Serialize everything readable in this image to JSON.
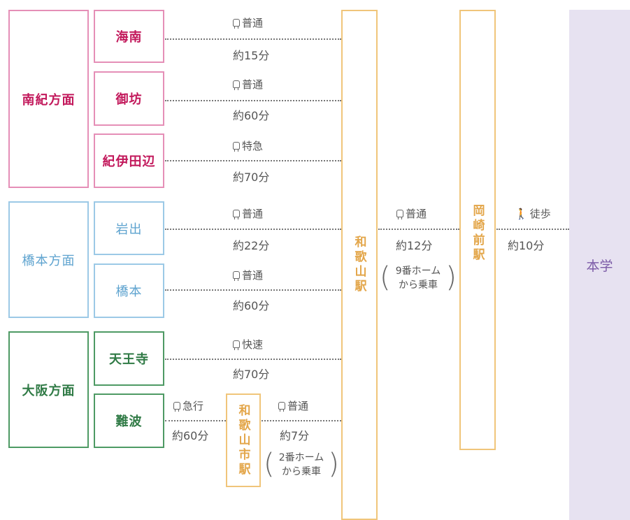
{
  "regions": {
    "nanki": "南紀方面",
    "hashimoto": "橋本方面",
    "osaka": "大阪方面"
  },
  "stations": {
    "kainan": "海南",
    "gobo": "御坊",
    "kiitanabe": "紀伊田辺",
    "iwade": "岩出",
    "hashimoto": "橋本",
    "tennoji": "天王寺",
    "namba": "難波"
  },
  "routes": {
    "kainan": {
      "mode": "普通",
      "time": "約15分"
    },
    "gobo": {
      "mode": "普通",
      "time": "約60分"
    },
    "kiitanabe": {
      "mode": "特急",
      "time": "約70分"
    },
    "iwade": {
      "mode": "普通",
      "time": "約22分"
    },
    "hashimoto": {
      "mode": "普通",
      "time": "約60分"
    },
    "tennoji": {
      "mode": "快速",
      "time": "約70分"
    },
    "namba": {
      "mode": "急行",
      "time": "約60分"
    },
    "shi_to_wakayama": {
      "mode": "普通",
      "time": "約7分",
      "note1": "2番ホーム",
      "note2": "から乗車"
    },
    "wakayama_to_okazaki": {
      "mode": "普通",
      "time": "約12分",
      "note1": "9番ホーム",
      "note2": "から乗車"
    },
    "walk": {
      "mode": "徒歩",
      "time": "約10分"
    }
  },
  "hubs": {
    "wakayama": "和歌山駅",
    "wakayamashi": "和歌山市駅",
    "okazaki": "岡崎前駅"
  },
  "destination": "本学",
  "colors": {
    "pink": "#c2185b",
    "blue": "#5ea3cf",
    "green": "#2f7a45",
    "orange": "#e3a64a",
    "destination_bg": "#e7e2f1"
  }
}
